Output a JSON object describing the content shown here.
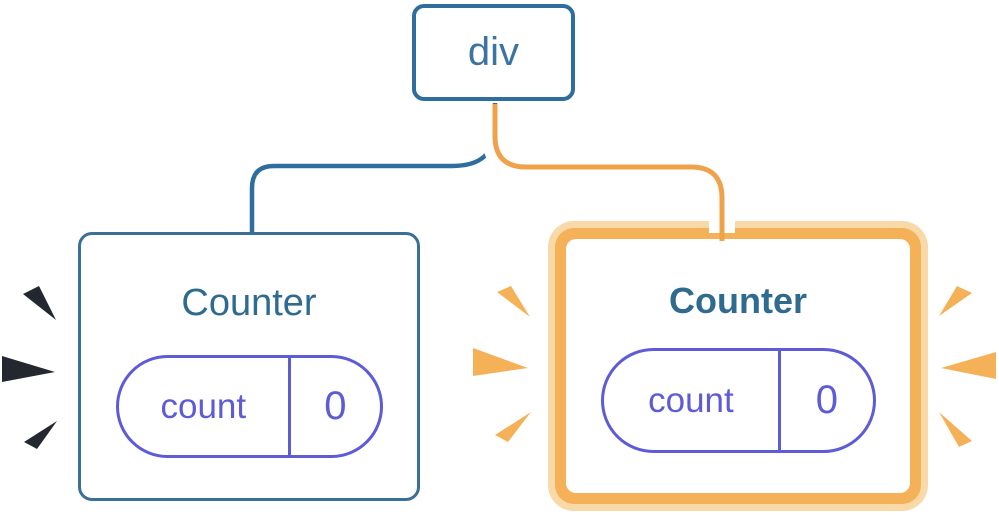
{
  "tree": {
    "root": {
      "label": "div"
    },
    "children": [
      {
        "title": "Counter",
        "state_key": "count",
        "state_value": "0",
        "variant": "default"
      },
      {
        "title": "Counter",
        "state_key": "count",
        "state_value": "0",
        "variant": "highlighted"
      }
    ]
  },
  "colors": {
    "steel_blue_line": "#2E6E9E",
    "node_text_blue": "#3B74A1",
    "title_blue": "#2E6B8F",
    "card_border_blue": "#3A7095",
    "state_purple": "#5E5BD6",
    "orange_line": "#F0A24B",
    "orange_border": "#F5B158",
    "orange_halo": "#FAD9A8",
    "orange_burst": "#F5B158",
    "dark_burst": "#23272F"
  }
}
